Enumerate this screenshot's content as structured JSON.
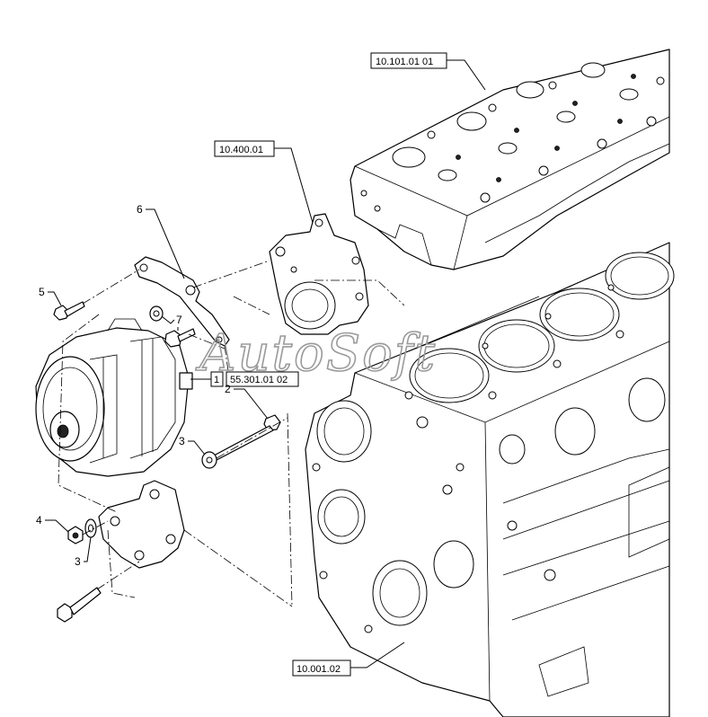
{
  "references": {
    "cylinder_head": "10.101.01 01",
    "water_pump": "10.400.01",
    "alternator_page": "1",
    "alternator_ref": "55.301.01 02",
    "engine_block": "10.001.02"
  },
  "callouts": {
    "c1": "6",
    "c2": "5",
    "c3": "7",
    "c4": "2",
    "c5": "3",
    "c6": "4",
    "c7": "3"
  },
  "watermark": "AutoSoft"
}
